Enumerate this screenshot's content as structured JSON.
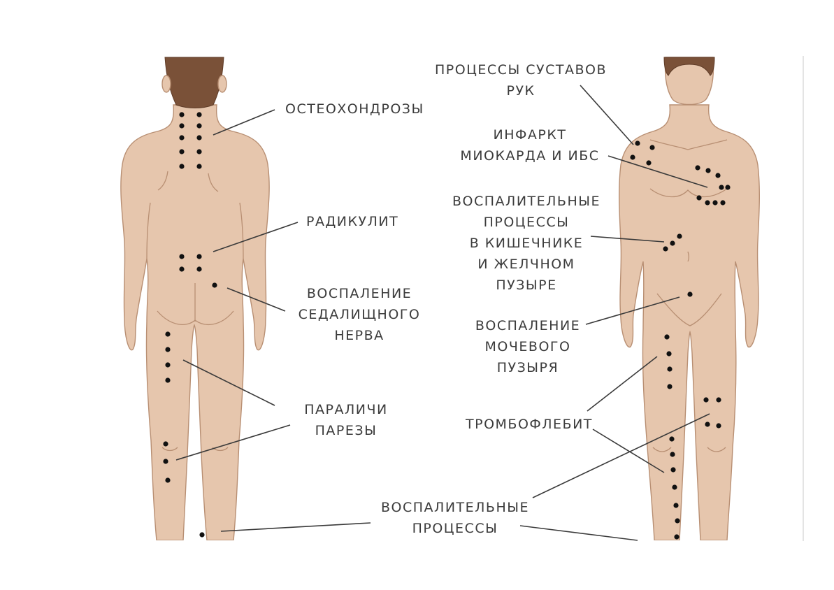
{
  "labels": {
    "osteochondrosis": "ОСТЕОХОНДРОЗЫ",
    "radiculitis": "РАДИКУЛИТ",
    "sciatic": [
      "ВОСПАЛЕНИЕ",
      "СЕДАЛИЩНОГО",
      "НЕРВА"
    ],
    "paralysis": [
      "ПАРАЛИЧИ",
      "ПАРЕЗЫ"
    ],
    "inflammatory_bottom": [
      "ВОСПАЛИТЕЛЬНЫЕ",
      "ПРОЦЕССЫ"
    ],
    "arm_joints": [
      "ПРОЦЕССЫ СУСТАВОВ",
      "РУК"
    ],
    "infarction": [
      "ИНФАРКТ",
      "МИОКАРДА И ИБС"
    ],
    "intestine": [
      "ВОСПАЛИТЕЛЬНЫЕ",
      "ПРОЦЕССЫ",
      "В КИШЕЧНИКЕ",
      "И ЖЕЛЧНОМ",
      "ПУЗЫРЕ"
    ],
    "bladder": [
      "ВОСПАЛЕНИЕ",
      "МОЧЕВОГО",
      "ПУЗЫРЯ"
    ],
    "thrombophlebitis": "ТРОМБОФЛЕБИТ"
  },
  "colors": {
    "skin": "#e6c6ad",
    "skin_outline": "#b88f73",
    "hair": "#7a5138",
    "dot": "#111111",
    "line": "#3a3a3a",
    "text": "#3c3c3c"
  }
}
